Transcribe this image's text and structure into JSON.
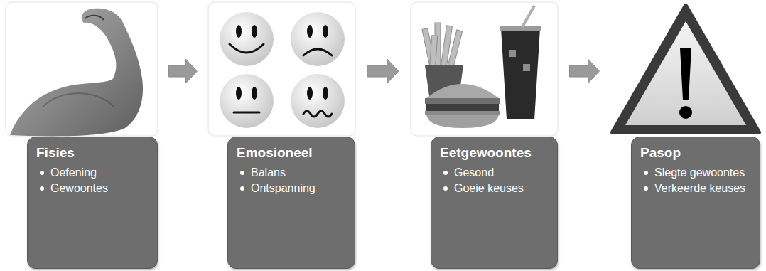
{
  "diagram": {
    "nodes": [
      {
        "text": [
          "Fisies",
          "Oefening",
          "Gewoontes"
        ]
      },
      {
        "text": [
          "Emosioneel",
          "Balans",
          "Ontspanning"
        ]
      },
      {
        "text": [
          "Eetgewoontes",
          "Gesond",
          "Goeie keuses"
        ]
      },
      {
        "text": [
          "Pasop",
          "Slegte gewoontes",
          "Verkeerde keuses"
        ]
      }
    ],
    "edges": [
      {
        "from": 0,
        "to": 1,
        "arrow": "to"
      },
      {
        "from": 1,
        "to": 2,
        "arrow": "to"
      },
      {
        "from": 2,
        "to": 3,
        "arrow": "to"
      }
    ]
  }
}
